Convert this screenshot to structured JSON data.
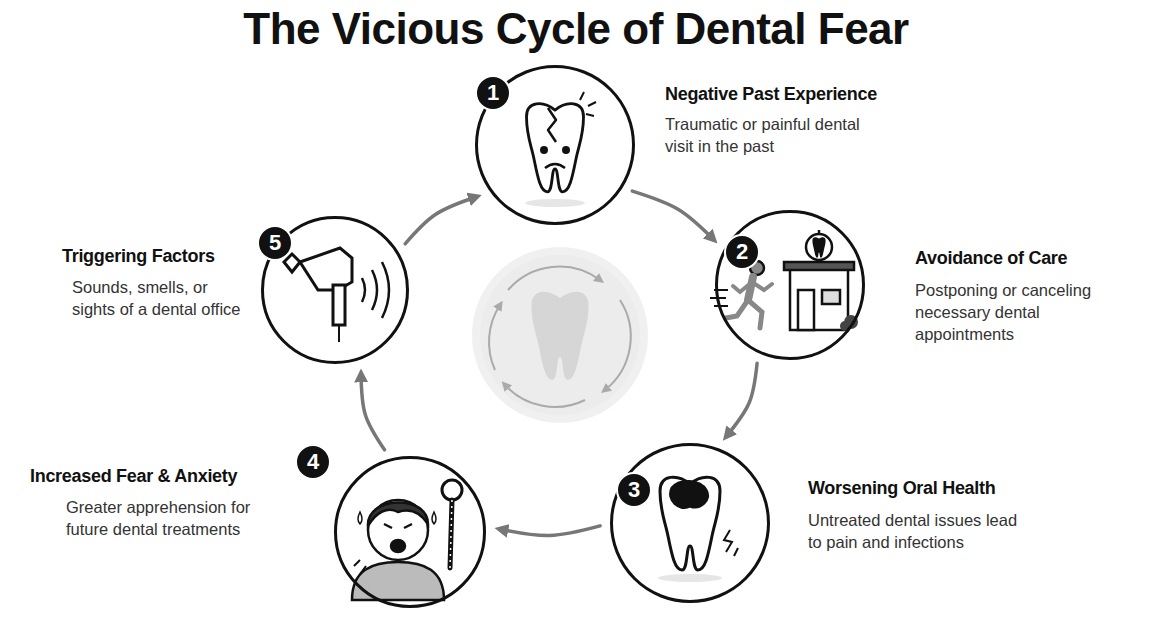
{
  "diagram": {
    "title": "The Vicious Cycle of Dental Fear",
    "nodes": [
      {
        "text": [
          "Negative Past Experience",
          "Traumatic or painful dental visit in the past"
        ]
      },
      {
        "text": [
          "Avoidance of Care",
          "Postponing or canceling necessary dental appointments"
        ]
      },
      {
        "text": [
          "Worsening Oral Health",
          "Untreated dental issues lead to pain and infections"
        ]
      },
      {
        "text": [
          "Increased Fear & Anxiety",
          "Greater apprehension for future dental treatments"
        ]
      },
      {
        "text": [
          "Triggering Factors",
          "Sounds, smells, or sights of a dental office"
        ]
      }
    ],
    "edges": [
      {
        "from": 0,
        "to": 1,
        "arrow": "to"
      },
      {
        "from": 1,
        "to": 2,
        "arrow": "to"
      },
      {
        "from": 2,
        "to": 3,
        "arrow": "to"
      },
      {
        "from": 3,
        "to": 4,
        "arrow": "to"
      },
      {
        "from": 4,
        "to": 0,
        "arrow": "to"
      }
    ],
    "labels": [
      "1",
      "2",
      "3",
      "4",
      "5"
    ]
  }
}
